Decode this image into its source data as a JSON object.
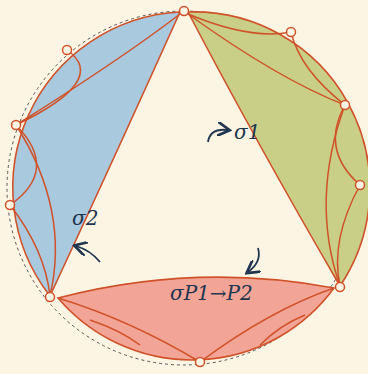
{
  "diagram": {
    "labels": [
      "σ1",
      "σ2",
      "σP1→P2"
    ]
  }
}
